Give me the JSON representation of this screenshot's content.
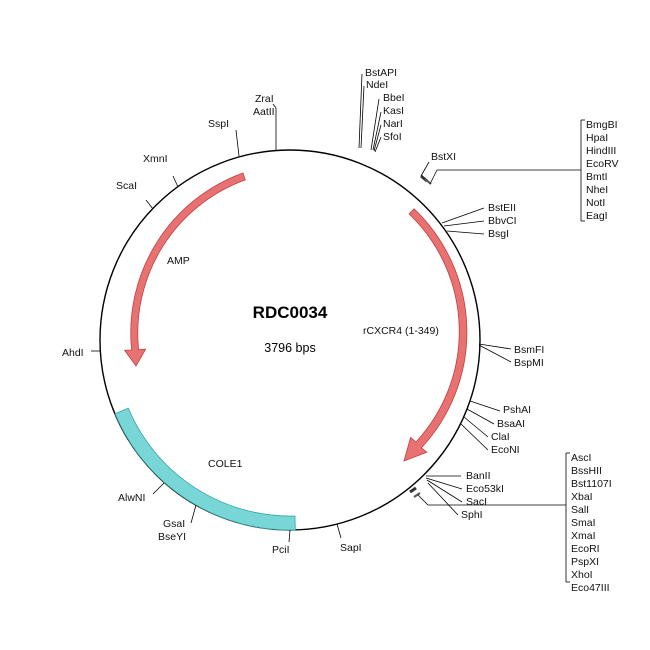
{
  "plasmid": {
    "name": "RDC0034",
    "size": "3796 bps"
  },
  "colors": {
    "backbone": "#000000",
    "arrow_fill": "#e87272",
    "arrow_stroke": "#c04040",
    "cole1_fill": "#79d6d6",
    "cole1_stroke": "#3aa5a5"
  },
  "features": {
    "amp": "AMP",
    "rcxcr4": "rCXCR4 (1-349)",
    "cole1": "COLE1"
  },
  "sites": {
    "bstapi": "BstAPI",
    "ndei": "NdeI",
    "bbei": "BbeI",
    "kasi": "KasI",
    "nari": "NarI",
    "sfoi": "SfoI",
    "zrai": "ZraI",
    "aatii": "AatII",
    "sspi": "SspI",
    "xmni": "XmnI",
    "scai": "ScaI",
    "bstxi": "BstXI",
    "mcs1": [
      "BmgBI",
      "HpaI",
      "HindIII",
      "EcoRV",
      "BmtI",
      "NheI",
      "NotI",
      "EagI"
    ],
    "bsteii": "BstEII",
    "bbvci": "BbvCI",
    "bsgi": "BsgI",
    "bsmfi": "BsmFI",
    "bspmi": "BspMI",
    "pshai": "PshAI",
    "bsaai": "BsaAI",
    "clai": "ClaI",
    "econi": "EcoNI",
    "banii": "BanII",
    "eco53ki": "Eco53kI",
    "saci": "SacI",
    "sphi": "SphI",
    "mcs2": [
      "AscI",
      "BssHII",
      "Bst1107I",
      "XbaI",
      "SalI",
      "SmaI",
      "XmaI",
      "EcoRI",
      "PspXI",
      "XhoI",
      "Eco47III"
    ],
    "sapi": "SapI",
    "pcii": "PciI",
    "gsai": "GsaI",
    "bseyi": "BseYI",
    "alwni": "AlwNI",
    "ahdi": "AhdI"
  }
}
